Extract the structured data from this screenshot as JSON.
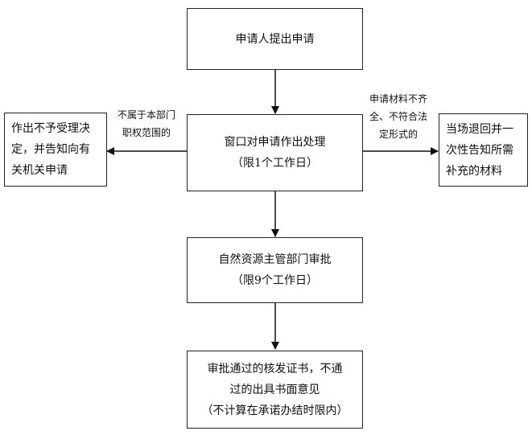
{
  "nodes": {
    "apply": {
      "lines": [
        "申请人提出申请"
      ]
    },
    "window": {
      "lines": [
        "窗口对申请作出处理",
        "（限1个工作日）"
      ]
    },
    "reject_left": {
      "lines": [
        "作出不予受理决",
        "定，并告知向有",
        "关机关申请"
      ]
    },
    "return_right": {
      "lines": [
        "当场退回并一",
        "次性告知所需",
        "补充的材料"
      ]
    },
    "review": {
      "lines": [
        "自然资源主管部门审批",
        "（限9个工作日）"
      ]
    },
    "result": {
      "lines": [
        "审批通过的核发证书，不通",
        "过的出具书面意见",
        "（不计算在承诺办结时限内）"
      ]
    }
  },
  "edge_labels": {
    "left": [
      "不属于本部门",
      "职权范围的"
    ],
    "right": [
      "申请材料不齐",
      "全、不符合法",
      "定形式的"
    ]
  }
}
